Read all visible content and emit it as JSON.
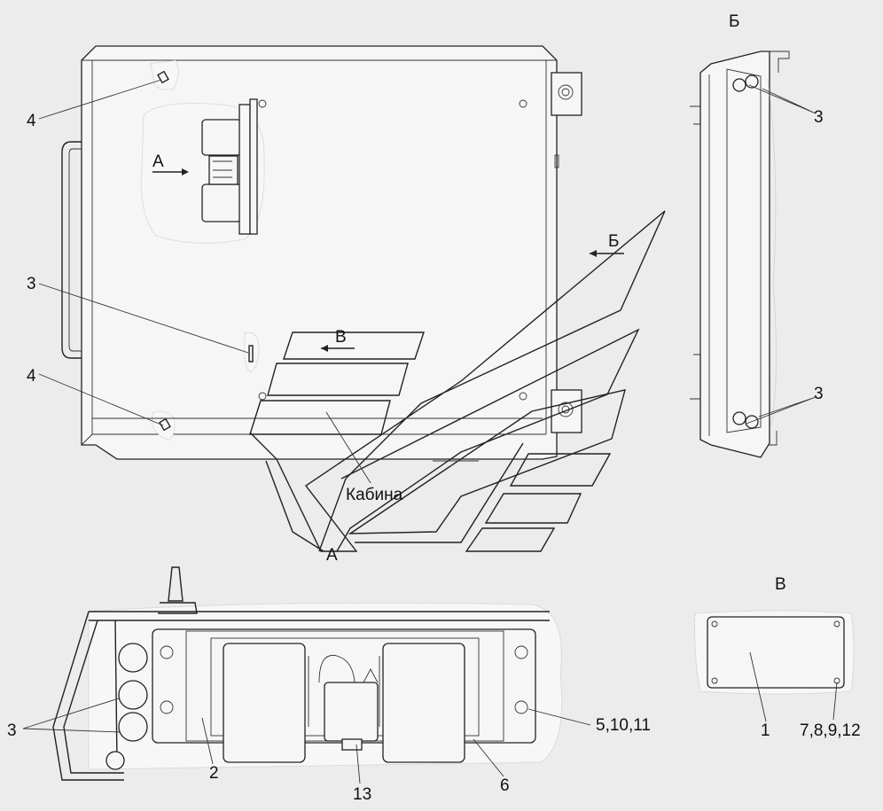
{
  "labels": {
    "view_b_title": "Б",
    "view_v_title": "В",
    "cab_caption": "Кабина",
    "cab_marker_a": "А",
    "arrow_a": "А",
    "arrow_b_upper": "Б",
    "arrow_v": "В",
    "callout_4_top": "4",
    "callout_3_mid": "3",
    "callout_4_bottom": "4",
    "callout_3_b_top": "3",
    "callout_3_b_bottom": "3",
    "callout_3_a": "3",
    "callout_2": "2",
    "callout_13": "13",
    "callout_6": "6",
    "callout_5_10_11": "5,10,11",
    "callout_1": "1",
    "callout_7_8_9_12": "7,8,9,12"
  },
  "colors": {
    "background": "#ececec",
    "line": "#222222",
    "part_fill": "#f6f6f6"
  }
}
